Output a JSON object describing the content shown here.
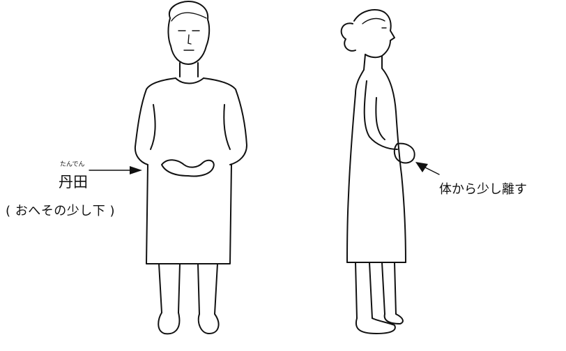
{
  "labels": {
    "tanden_ruby": "たんでん",
    "tanden": "丹田",
    "tanden_note": "( おへその少し下 )",
    "side_note": "体から少し離す"
  }
}
